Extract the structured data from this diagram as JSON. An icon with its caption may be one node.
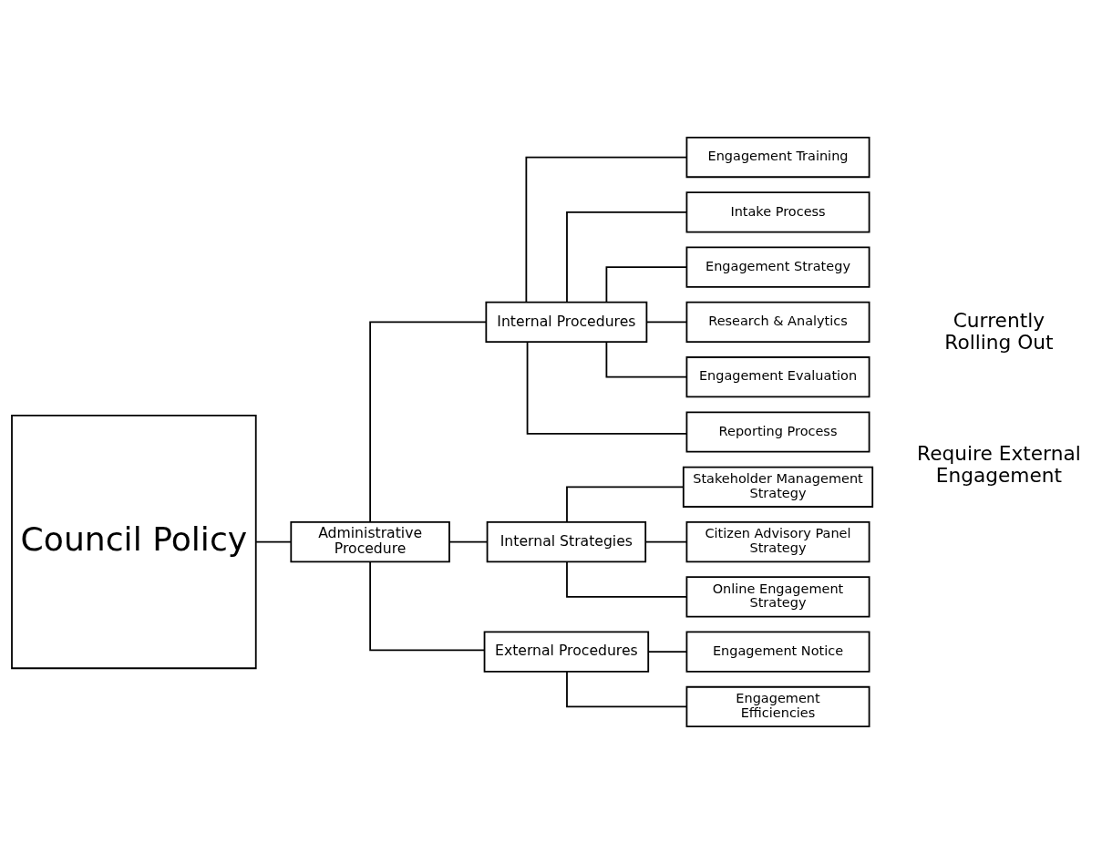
{
  "diagram": {
    "nodes": [
      {
        "text": [
          "Council Policy"
        ]
      },
      {
        "text": [
          "Administrative Procedure"
        ]
      },
      {
        "text": [
          "Internal Procedures"
        ]
      },
      {
        "text": [
          "Internal Strategies"
        ]
      },
      {
        "text": [
          "External Procedures"
        ]
      },
      {
        "text": [
          "Engagement Training"
        ]
      },
      {
        "text": [
          "Intake Process"
        ]
      },
      {
        "text": [
          "Engagement Strategy"
        ]
      },
      {
        "text": [
          "Research & Analytics"
        ]
      },
      {
        "text": [
          "Engagement Evaluation"
        ]
      },
      {
        "text": [
          "Reporting Process"
        ]
      },
      {
        "text": [
          "Stakeholder Management Strategy"
        ]
      },
      {
        "text": [
          "Citizen Advisory Panel Strategy"
        ]
      },
      {
        "text": [
          "Online Engagement Strategy"
        ]
      },
      {
        "text": [
          "Engagement Notice"
        ]
      },
      {
        "text": [
          "Engagement Efficiencies"
        ]
      }
    ],
    "edges": [
      {
        "from": 0,
        "to": 1,
        "arrow": "none"
      },
      {
        "from": 1,
        "to": 2,
        "arrow": "none"
      },
      {
        "from": 1,
        "to": 3,
        "arrow": "none"
      },
      {
        "from": 1,
        "to": 4,
        "arrow": "none"
      },
      {
        "from": 2,
        "to": 5,
        "arrow": "none"
      },
      {
        "from": 2,
        "to": 6,
        "arrow": "none"
      },
      {
        "from": 2,
        "to": 7,
        "arrow": "none"
      },
      {
        "from": 2,
        "to": 8,
        "arrow": "none"
      },
      {
        "from": 2,
        "to": 9,
        "arrow": "none"
      },
      {
        "from": 2,
        "to": 10,
        "arrow": "none"
      },
      {
        "from": 3,
        "to": 11,
        "arrow": "none"
      },
      {
        "from": 3,
        "to": 12,
        "arrow": "none"
      },
      {
        "from": 3,
        "to": 13,
        "arrow": "none"
      },
      {
        "from": 4,
        "to": 14,
        "arrow": "none"
      },
      {
        "from": 4,
        "to": 15,
        "arrow": "none"
      }
    ],
    "labels": [
      "Currently Rolling Out",
      "Require External Engagement"
    ]
  }
}
